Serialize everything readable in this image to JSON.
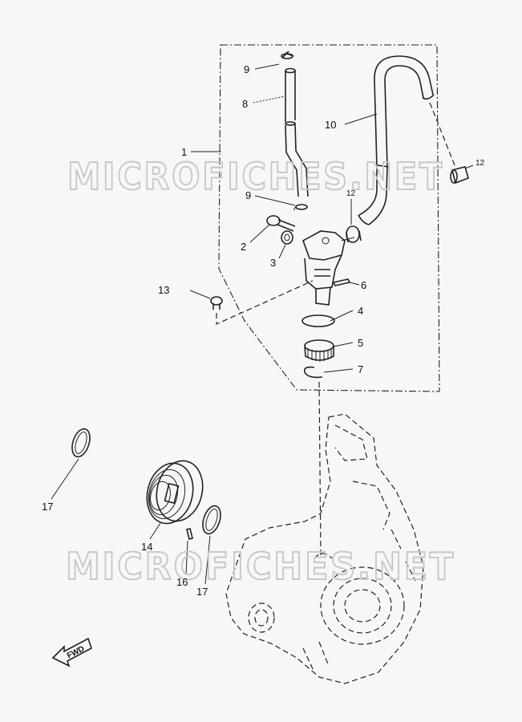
{
  "watermark": {
    "text": "MICROFICHES.NET"
  },
  "direction_marker": {
    "text": "FWD"
  },
  "callouts": {
    "c1": "1",
    "c2": "2",
    "c3": "3",
    "c4": "4",
    "c5": "5",
    "c6": "6",
    "c7": "7",
    "c8": "8",
    "c9a": "9",
    "c9b": "9",
    "c10": "10",
    "c12a": "12",
    "c12b": "12",
    "c13": "13",
    "c14": "14",
    "c16": "16",
    "c17a": "17",
    "c17b": "17"
  },
  "colors": {
    "ink": "#222222",
    "paper": "#f7f7f5",
    "watermark": "#c8c8c8"
  }
}
